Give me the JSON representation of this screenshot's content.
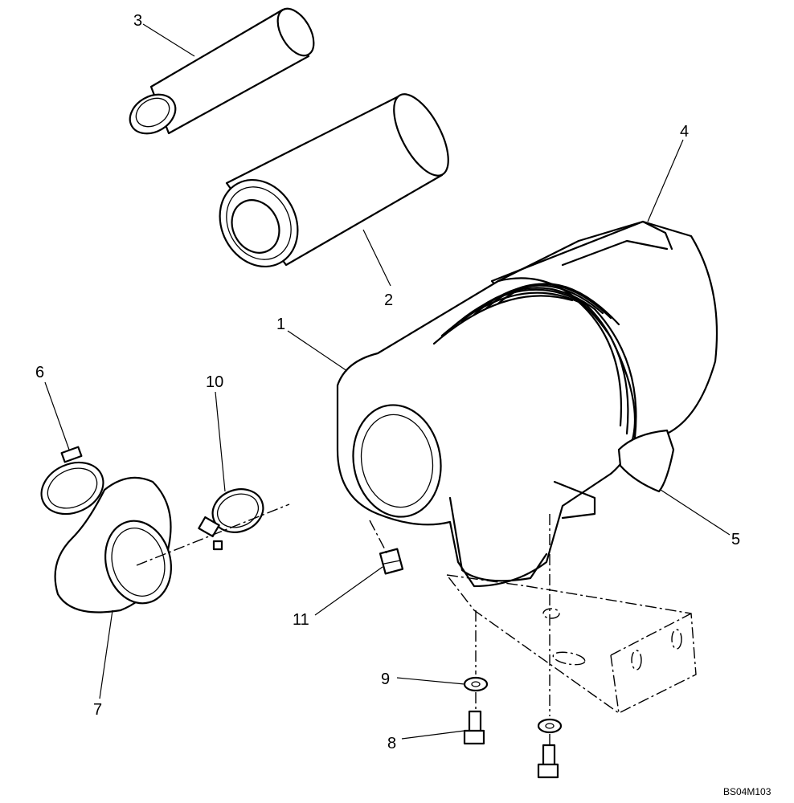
{
  "drawing_code": "BS04M103",
  "callouts": {
    "c1": "1",
    "c2": "2",
    "c3": "3",
    "c4": "4",
    "c5": "5",
    "c6": "6",
    "c7": "7",
    "c8": "8",
    "c9": "9",
    "c10": "10",
    "c11": "11"
  },
  "colors": {
    "line": "#000000",
    "background": "#ffffff"
  }
}
